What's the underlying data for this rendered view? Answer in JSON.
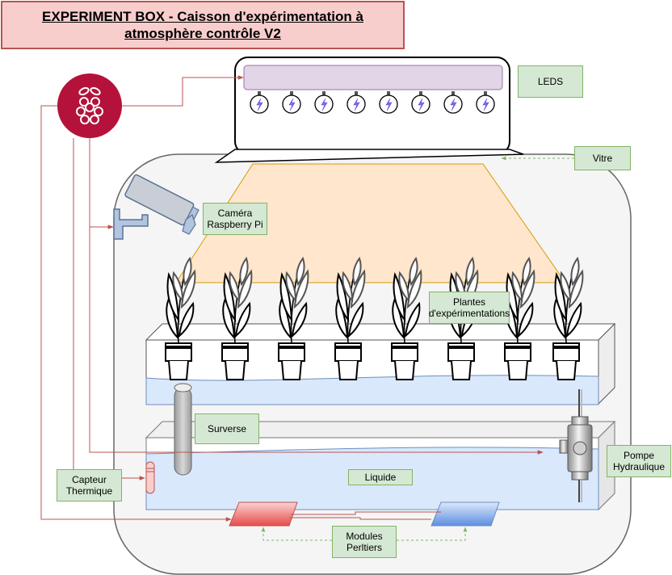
{
  "title": "EXPERIMENT BOX - Caisson d'expérimentation à\natmosphère contrôle  V2",
  "labels": {
    "leds": "LEDS",
    "vitre": "Vitre",
    "camera": "Caméra\nRaspberry Pi",
    "plantes": "Plantes\nd'expérimentations",
    "surverse": "Surverse",
    "pompe": "Pompe\nHydraulique",
    "capteur": "Capteur\nThermique",
    "liquide": "Liquide",
    "modules": "Modules\nPerltiers"
  },
  "colors": {
    "raspberry": "#b5123b",
    "wire": "#b85450",
    "dashed_link": "#82b366",
    "label_fill": "#d5e8d4",
    "title_fill": "#f8cecc",
    "led_bar": "#e1d5e7",
    "light_cone": "#ffe6cc",
    "water": "#dae8fc"
  },
  "icons": {
    "controller": "raspberry-pi-icon",
    "camera": "security-camera-icon",
    "led": "light-bulb-icon",
    "plant": "plant-pot-icon",
    "pump": "hydraulic-pump-icon",
    "sensor": "thermal-sensor-icon",
    "peltier": "peltier-module-icon"
  }
}
